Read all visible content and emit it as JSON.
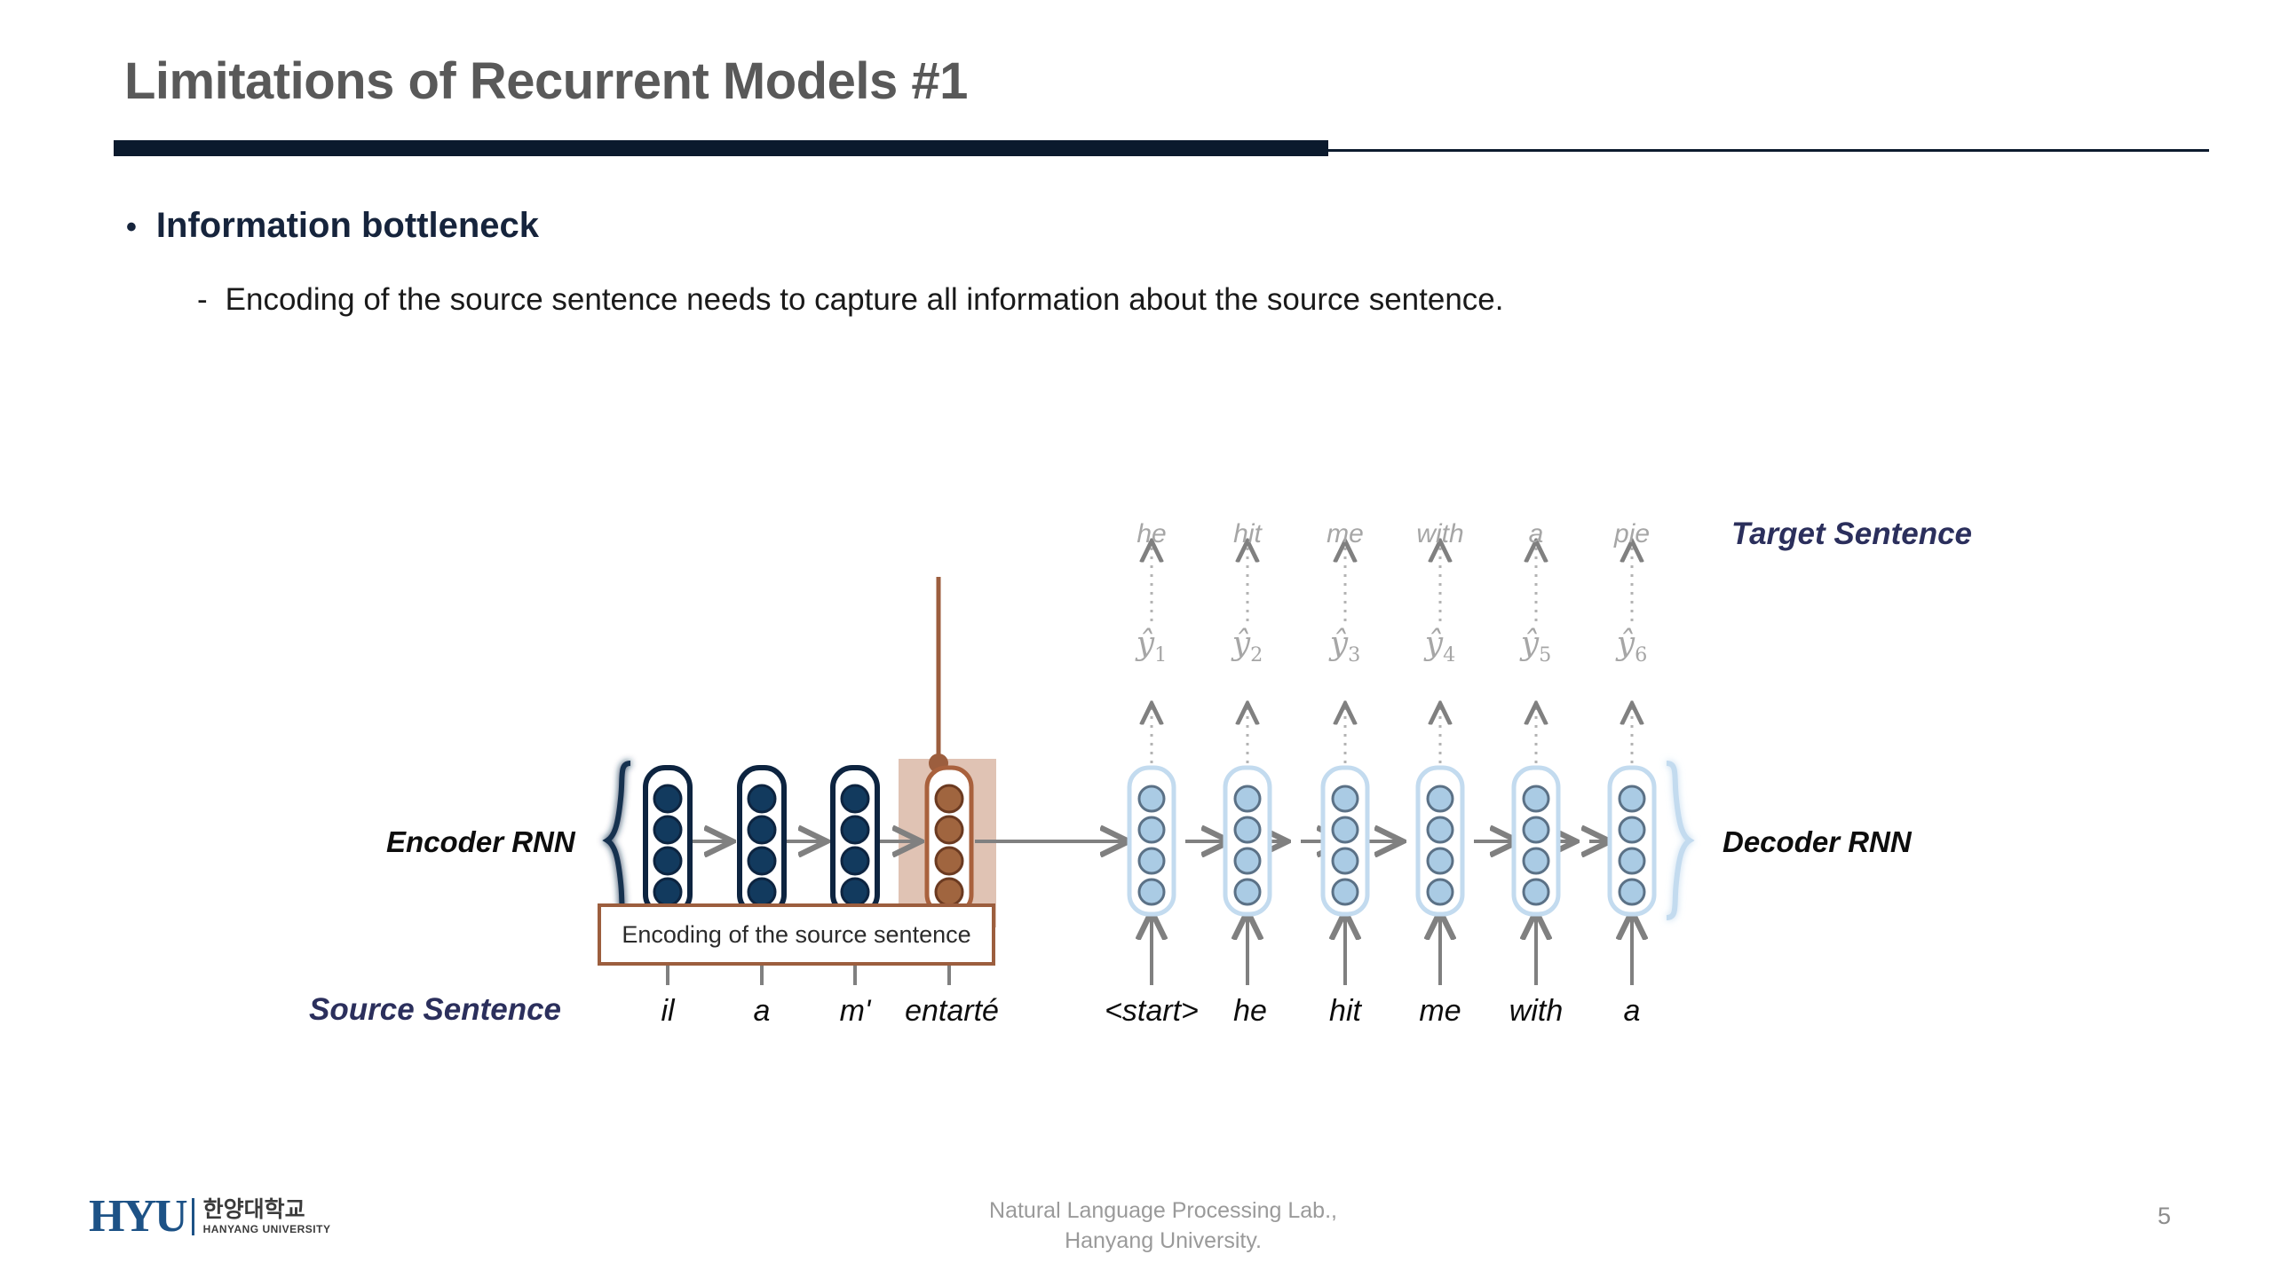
{
  "slide": {
    "title": "Limitations of Recurrent Models #1",
    "page_number": "5",
    "footer_line1": "Natural Language Processing Lab.,",
    "footer_line2": "Hanyang University.",
    "accent_navy": "#0b1a2d",
    "title_color": "#595959"
  },
  "logo": {
    "mark": "HYU",
    "korean": "한양대학교",
    "english": "HANYANG UNIVERSITY"
  },
  "bullets": {
    "marker_dot": "•",
    "level1": "Information bottleneck",
    "marker_dash": "-",
    "level2": "Encoding of the source sentence needs to capture all information about the source sentence."
  },
  "diagram": {
    "callout": "Encoding of the source sentence",
    "callout_border_color": "#9c5e3e",
    "encoder_label": "Encoder RNN",
    "decoder_label": "Decoder RNN",
    "source_label": "Source Sentence",
    "target_label": "Target Sentence",
    "encoder_color": "#0d2440",
    "encoder_highlight_color": "#a9613d",
    "encoder_highlight_bg": "#e0c3b4",
    "decoder_color": "#b9d3ea",
    "decoder_fill": "#aacbe4",
    "arrow_color": "#808080",
    "encoder_inputs": [
      "il",
      "a",
      "m'",
      "entarté"
    ],
    "decoder_inputs": [
      "<start>",
      "he",
      "hit",
      "me",
      "with",
      "a"
    ],
    "target_words": [
      "he",
      "hit",
      "me",
      "with",
      "a",
      "pie"
    ],
    "yhat_labels": [
      {
        "sym": "ŷ",
        "sub": "1"
      },
      {
        "sym": "ŷ",
        "sub": "2"
      },
      {
        "sym": "ŷ",
        "sub": "3"
      },
      {
        "sym": "ŷ",
        "sub": "4"
      },
      {
        "sym": "ŷ",
        "sub": "5"
      },
      {
        "sym": "ŷ",
        "sub": "6"
      }
    ]
  }
}
